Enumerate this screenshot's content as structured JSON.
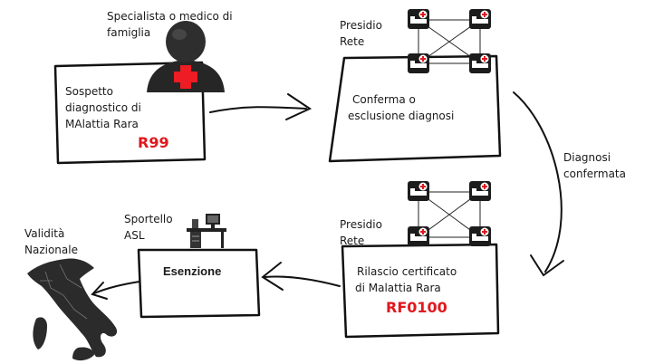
{
  "diagram": {
    "doctor": {
      "caption_line1": "Specialista o medico di",
      "caption_line2": "famiglia"
    },
    "suspicion": {
      "line1": "Sospetto",
      "line2": "diagnostico di",
      "line3": "MAlattia Rara",
      "code": "R99"
    },
    "network_top": {
      "label_line1": "Presidio",
      "label_line2": "Rete",
      "text_line1": "Conferma o",
      "text_line2": "esclusione diagnosi"
    },
    "confirmed": {
      "line1": "Diagnosi",
      "line2": "confermata"
    },
    "network_bottom": {
      "label_line1": "Presidio",
      "label_line2": "Rete",
      "text_line1": "Rilascio certificato",
      "text_line2": "di Malattia Rara",
      "code": "RF0100"
    },
    "asl": {
      "line1": "Sportello",
      "line2": "ASL",
      "box_label": "Esenzione"
    },
    "validity": {
      "line1": "Validità",
      "line2": "Nazionale"
    }
  },
  "colors": {
    "code_red": "#e0181e",
    "cross_red": "#ee1c24",
    "ink": "#111111",
    "figure_dark": "#2a2a2a"
  },
  "icons": [
    "doctor-avatar-icon",
    "hospital-bed-icon",
    "desk-computer-icon",
    "italy-map-icon"
  ]
}
